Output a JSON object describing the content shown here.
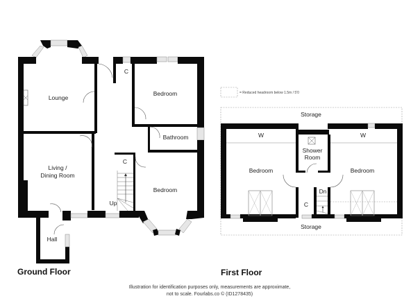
{
  "ground_floor": {
    "title": "Ground Floor",
    "rooms": {
      "lounge": "Lounge",
      "living_line1": "Living /",
      "living_line2": "Dining Room",
      "bedroom_top": "Bedroom",
      "bathroom": "Bathroom",
      "bedroom_bottom": "Bedroom",
      "hall": "Hall",
      "cupboard_top": "C",
      "cupboard_stairs": "C",
      "stairs_up": "Up"
    }
  },
  "first_floor": {
    "title": "First Floor",
    "legend": "= Reduced headroom below 1.5m / 5'0",
    "rooms": {
      "storage_top": "Storage",
      "storage_bottom": "Storage",
      "wardrobe_left": "W",
      "wardrobe_right": "W",
      "bedroom_left": "Bedroom",
      "bedroom_right": "Bedroom",
      "shower_line1": "Shower",
      "shower_line2": "Room",
      "cupboard": "C",
      "stairs_down": "Dn"
    }
  },
  "footer": {
    "line1": "Illustration for identification purposes only, measurements are approximate,",
    "line2": "not to scale. Fourlabs.co © (ID1278435)"
  },
  "colors": {
    "wall": "#0b0b0b",
    "window": "#e6e6e6",
    "background": "#ffffff"
  }
}
